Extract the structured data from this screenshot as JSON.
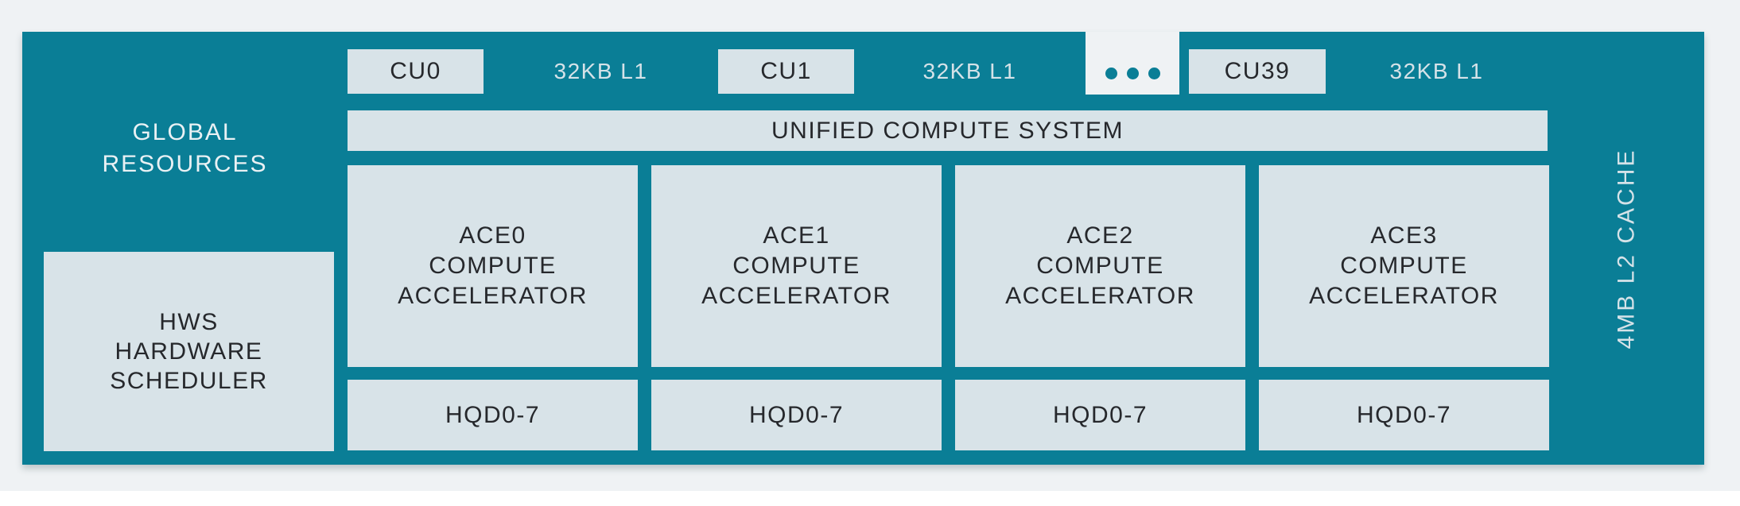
{
  "colors": {
    "teal": "#0a7e96",
    "panel_light": "#d8e3e8",
    "page_background": "#eff2f4",
    "dark_text": "#26282c",
    "light_text": "#d5e2e8"
  },
  "left_column": {
    "global_resources": {
      "line1": "GLOBAL",
      "line2": "RESOURCES"
    },
    "hws": {
      "line1": "HWS",
      "line2": "HARDWARE",
      "line3": "SCHEDULER"
    }
  },
  "cu_row": {
    "cu0": "CU0",
    "cu1": "CU1",
    "cu39": "CU39",
    "l1_label": "32KB L1"
  },
  "unified_label": "UNIFIED COMPUTE SYSTEM",
  "ace_row": [
    {
      "name": "ACE0",
      "line2": "COMPUTE",
      "line3": "ACCELERATOR"
    },
    {
      "name": "ACE1",
      "line2": "COMPUTE",
      "line3": "ACCELERATOR"
    },
    {
      "name": "ACE2",
      "line2": "COMPUTE",
      "line3": "ACCELERATOR"
    },
    {
      "name": "ACE3",
      "line2": "COMPUTE",
      "line3": "ACCELERATOR"
    }
  ],
  "hqd_label": "HQD0-7",
  "l2_label": "4MB L2 CACHE"
}
